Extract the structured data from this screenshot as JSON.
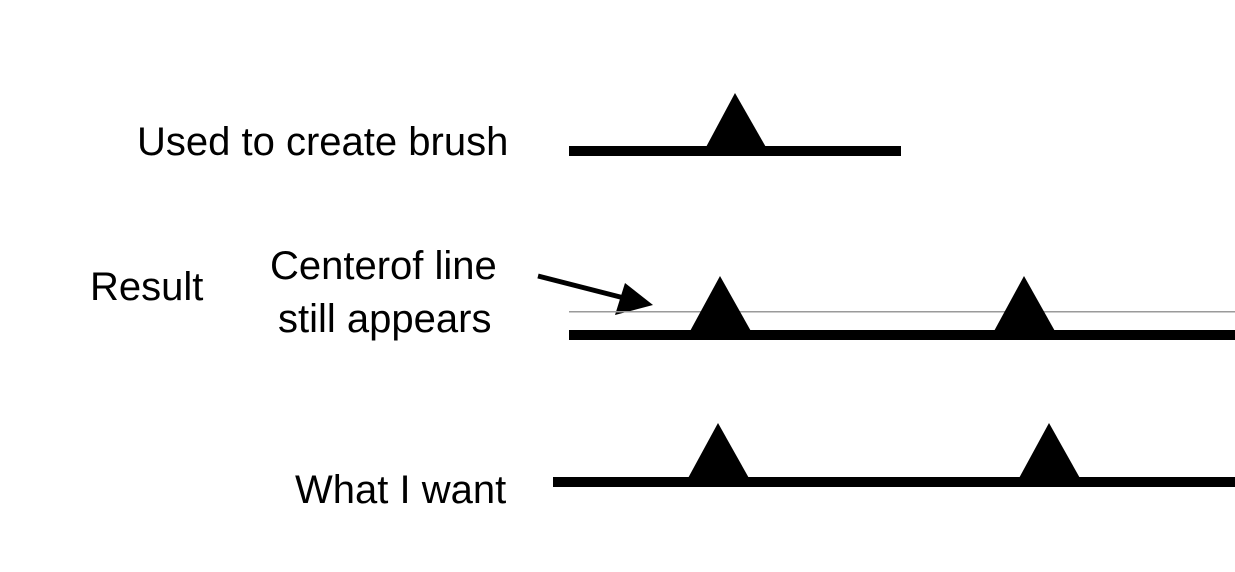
{
  "labels": {
    "used_to_create_brush": "Used to create brush",
    "result": "Result",
    "annotation_line1": "Centerof line",
    "annotation_line2": "still appears",
    "what_i_want": "What I want"
  },
  "colors": {
    "ink": "#000000",
    "centerline": "#9a9a9a",
    "background": "#ffffff"
  }
}
